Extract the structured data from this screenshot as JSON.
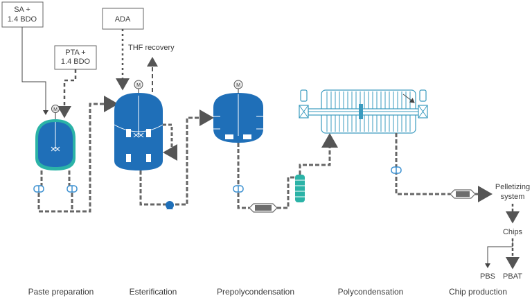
{
  "colors": {
    "vessel_blue": "#1f6fb8",
    "vessel_dark": "#0f4f8c",
    "teal": "#2bb3a7",
    "pipe": "#6d6d6d",
    "line_dark": "#333333",
    "text": "#3b3b3b",
    "light_blue": "#3a8fd0"
  },
  "inputs": {
    "sa_line1": "SA +",
    "sa_line2": "1.4 BDO",
    "pta_line1": "PTA +",
    "pta_line2": "1.4 BDO",
    "ada": "ADA"
  },
  "annotations": {
    "thf_recovery": "THF recovery",
    "motor_symbol": "M",
    "pelletizing_line1": "Pelletizing",
    "pelletizing_line2": "system",
    "chips": "Chips",
    "pbs": "PBS",
    "pbat": "PBAT"
  },
  "stages": [
    "Paste preparation",
    "Esterification",
    "Prepolycondensation",
    "Polycondensation",
    "Chip production"
  ],
  "icons": [
    "motor-icon",
    "agitator-icon",
    "pump-icon",
    "valve-icon",
    "filter-icon",
    "heat-exchanger-icon",
    "reactor-icon"
  ]
}
